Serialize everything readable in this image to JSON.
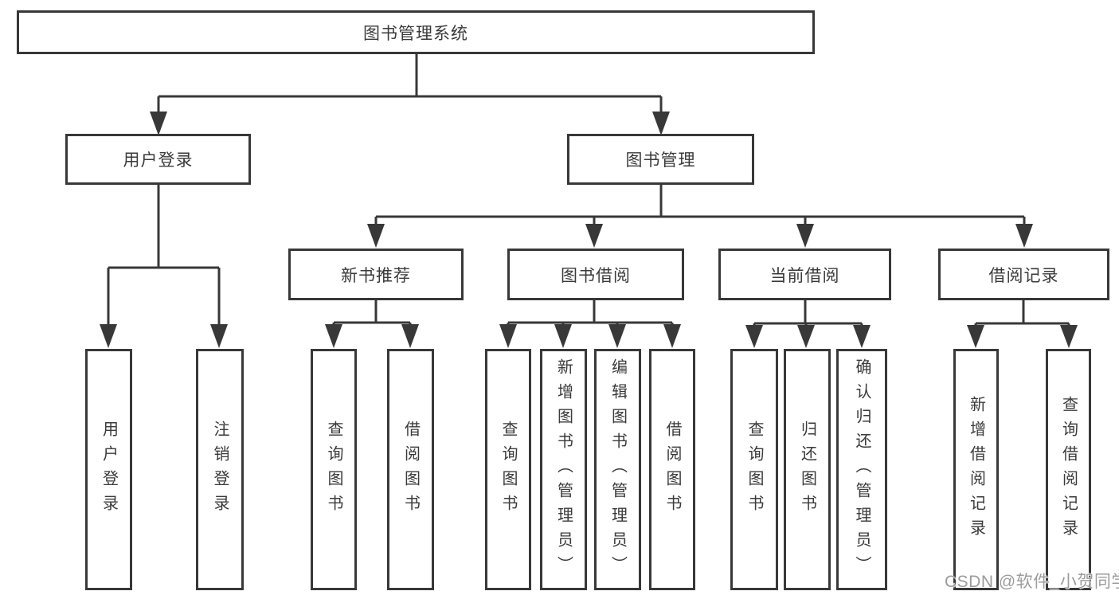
{
  "diagram": {
    "root": {
      "label": "图书管理系统"
    },
    "level2": [
      {
        "label": "用户登录"
      },
      {
        "label": "图书管理"
      }
    ],
    "level3": [
      {
        "label": "新书推荐",
        "parent": "图书管理"
      },
      {
        "label": "图书借阅",
        "parent": "图书管理"
      },
      {
        "label": "当前借阅",
        "parent": "图书管理"
      },
      {
        "label": "借阅记录",
        "parent": "图书管理"
      }
    ],
    "leaves": [
      {
        "label": "用户登录",
        "parent": "用户登录"
      },
      {
        "label": "注销登录",
        "parent": "用户登录"
      },
      {
        "label": "查询图书",
        "parent": "新书推荐"
      },
      {
        "label": "借阅图书",
        "parent": "新书推荐"
      },
      {
        "label": "查询图书",
        "parent": "图书借阅"
      },
      {
        "label": "新增图书（管理员）",
        "parent": "图书借阅"
      },
      {
        "label": "编辑图书（管理员）",
        "parent": "图书借阅"
      },
      {
        "label": "借阅图书",
        "parent": "图书借阅"
      },
      {
        "label": "查询图书",
        "parent": "当前借阅"
      },
      {
        "label": "归还图书",
        "parent": "当前借阅"
      },
      {
        "label": "确认归还（管理员）",
        "parent": "当前借阅"
      },
      {
        "label": "新增借阅记录",
        "parent": "借阅记录"
      },
      {
        "label": "查询借阅记录",
        "parent": "借阅记录"
      }
    ],
    "watermark": "CSDN @软件_小贺同学",
    "colors": {
      "border": "#383838",
      "line": "#383838",
      "text": "#3a3a3a",
      "watermark": "#9c9c9c",
      "background": "#ffffff"
    }
  }
}
